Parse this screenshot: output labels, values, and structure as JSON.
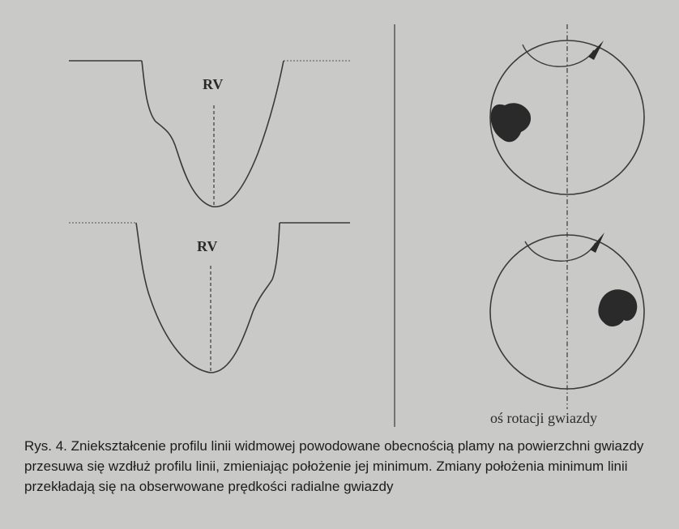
{
  "figure": {
    "top_profile_label": "RV",
    "bottom_profile_label": "RV",
    "axis_label": "oś rotacji gwiazdy",
    "ink_color": "#3a3a3a",
    "spot_color": "#2a2a2a",
    "background_color": "#c9c9c7"
  },
  "caption": {
    "text": "Rys. 4. Zniekształcenie profilu linii widmowej powodowane obecnością plamy na powierzchni gwiazdy przesuwa się wzdłuż profilu linii, zmieniając położenie jej minimum. Zmiany położenia minimum linii przekładają się na obserwowane prędkości radialne gwiazdy"
  }
}
